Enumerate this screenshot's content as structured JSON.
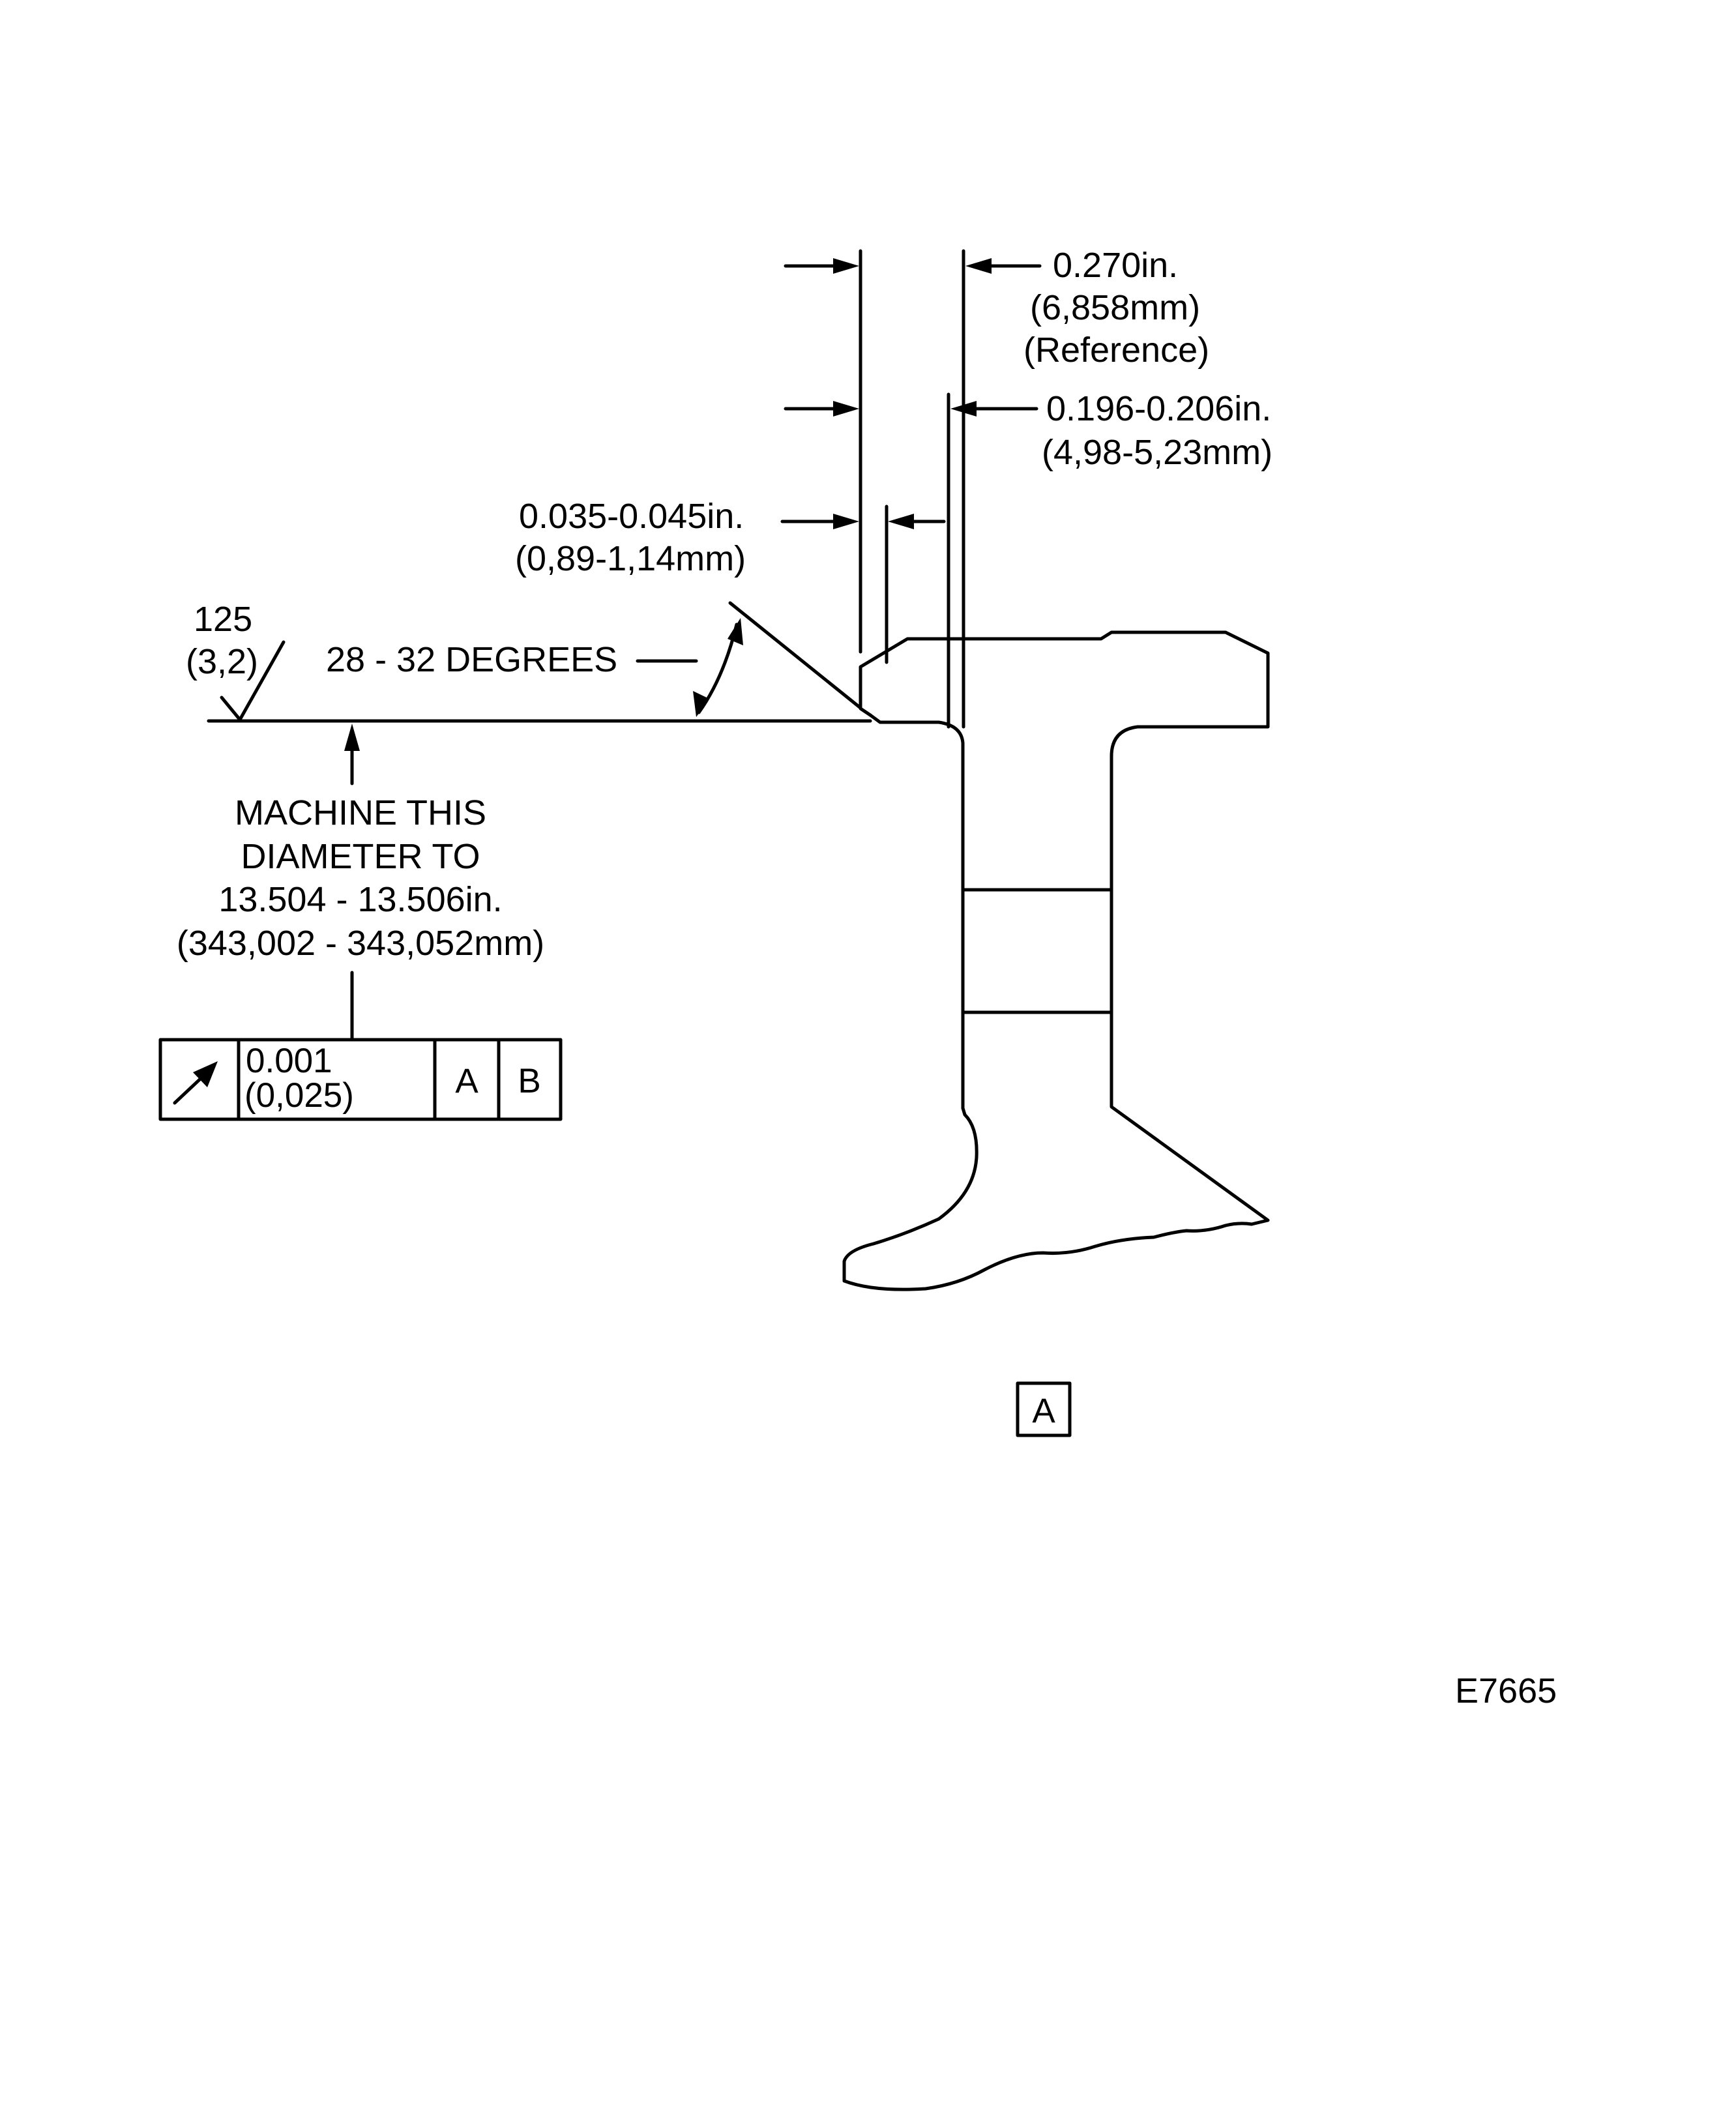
{
  "dimensions": {
    "reference_in": "0.270in.",
    "reference_mm": "(6,858mm)",
    "reference_note": "(Reference)",
    "width_in": "0.196-0.206in.",
    "width_mm": "(4,98-5,23mm)",
    "chamfer_in": "0.035-0.045in.",
    "chamfer_mm": "(0,89-1,14mm)",
    "angle": "28 - 32 DEGREES"
  },
  "surface_finish": {
    "value": "125",
    "metric": "(3,2)"
  },
  "machine_note": {
    "line1": "MACHINE THIS",
    "line2": "DIAMETER TO",
    "line3": "13.504 - 13.506in.",
    "line4": "(343,002 - 343,052mm)"
  },
  "tolerance_frame": {
    "symbol": "runout-arrow",
    "value_in": "0.001",
    "value_mm": "(0,025)",
    "datum1": "A",
    "datum2": "B"
  },
  "datum_label": "A",
  "figure_id": "E7665"
}
